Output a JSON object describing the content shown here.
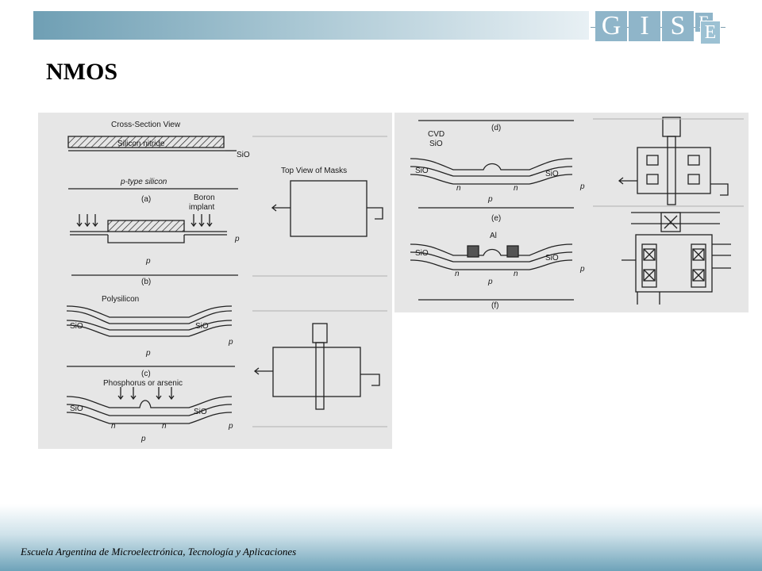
{
  "header": {
    "logo": {
      "letters": [
        "G",
        "I",
        "S"
      ],
      "e_top": "E",
      "e_bottom": "E",
      "accent": "#8fb5c9"
    }
  },
  "slide": {
    "title": "NMOS"
  },
  "figure_left": {
    "cross_section_label": "Cross-Section View",
    "silicon_nitride": "Silicon nitride",
    "sio2": "SiO",
    "p_type": "p-type silicon",
    "step_a": "(a)",
    "boron_1": "Boron",
    "boron_2": "implant",
    "p_plus": "p",
    "p": "p",
    "step_b": "(b)",
    "polysilicon": "Polysilicon",
    "step_c": "(c)",
    "phosphorus": "Phosphorus or arsenic",
    "n_plus": "n",
    "top_view": "Top View of Masks"
  },
  "figure_right": {
    "cvd": "CVD",
    "sio2": "SiO",
    "step_d": "(d)",
    "step_e": "(e)",
    "step_f": "(f)",
    "al": "Al",
    "n_plus": "n",
    "p_plus": "p",
    "p": "p"
  },
  "footer": {
    "text": "Escuela Argentina de Microelectrónica, Tecnología y Aplicaciones"
  }
}
